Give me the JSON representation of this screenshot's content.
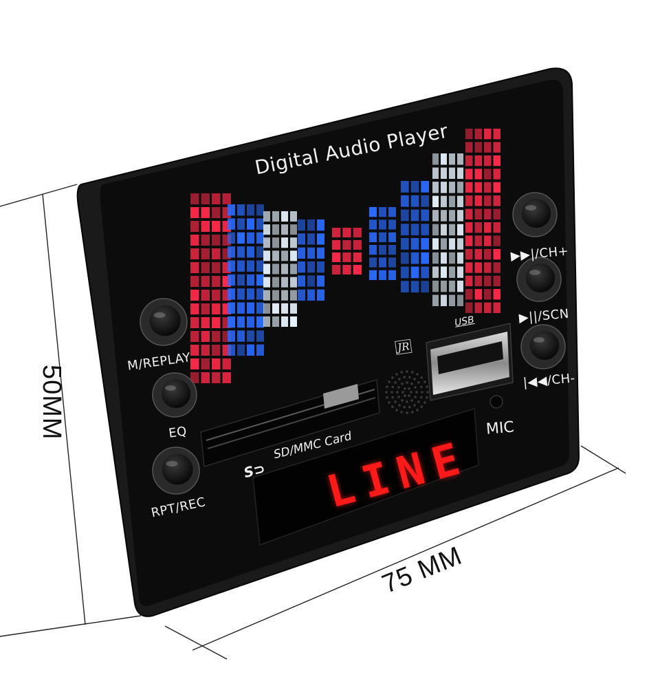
{
  "product": {
    "title": "Digital Audio Player",
    "display_text": "LINE",
    "card_slot_label": "SD/MMC Card",
    "usb_label": "USB",
    "brand_logo": "JR",
    "mic_label": "MIC"
  },
  "buttons": {
    "left": [
      "M/REPLAY",
      "EQ",
      "RPT/REC"
    ],
    "right": [
      "▶▶|/CH+",
      "▶||/SCN",
      "|◀◀/CH-"
    ]
  },
  "dimensions": {
    "height": "50MM",
    "width": "75 MM"
  },
  "colors": {
    "panel": "#0c0c0c",
    "led_red": "#ff1a1a",
    "spectrum_red": "#ff2a4a",
    "spectrum_blue": "#2a6bff",
    "spectrum_white": "#e8f4ff"
  }
}
